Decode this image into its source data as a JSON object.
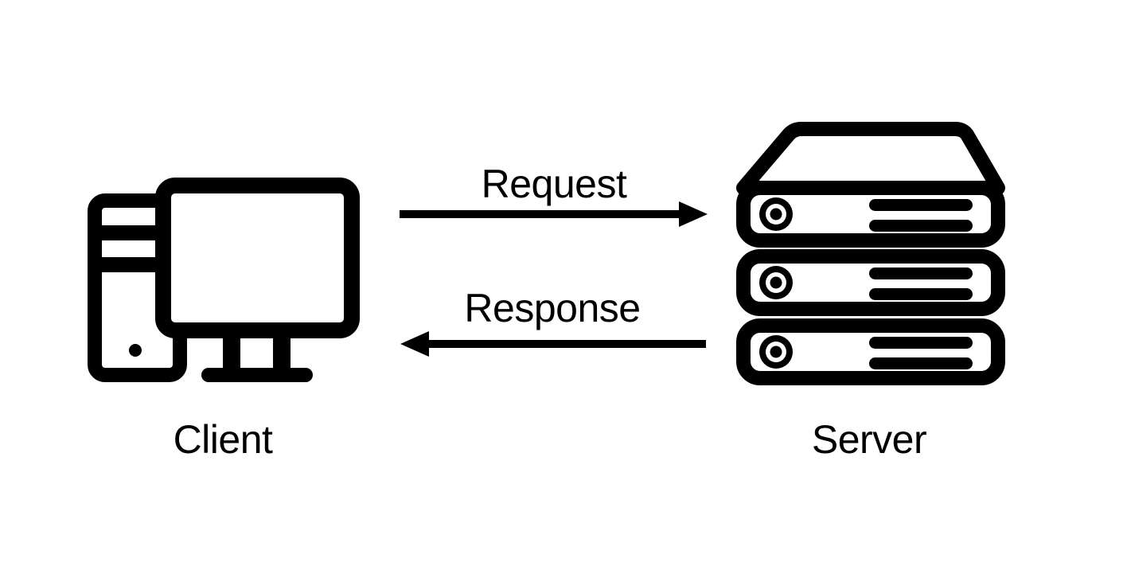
{
  "diagram": {
    "colors": {
      "background": "#ffffff",
      "ink": "#000000"
    },
    "nodes": [
      {
        "id": "client",
        "label": "Client",
        "icon": "desktop-computer-icon"
      },
      {
        "id": "server",
        "label": "Server",
        "icon": "server-stack-icon"
      }
    ],
    "edges": [
      {
        "from": "client",
        "to": "server",
        "label": "Request",
        "direction": "left-to-right"
      },
      {
        "from": "server",
        "to": "client",
        "label": "Response",
        "direction": "right-to-left"
      }
    ]
  }
}
